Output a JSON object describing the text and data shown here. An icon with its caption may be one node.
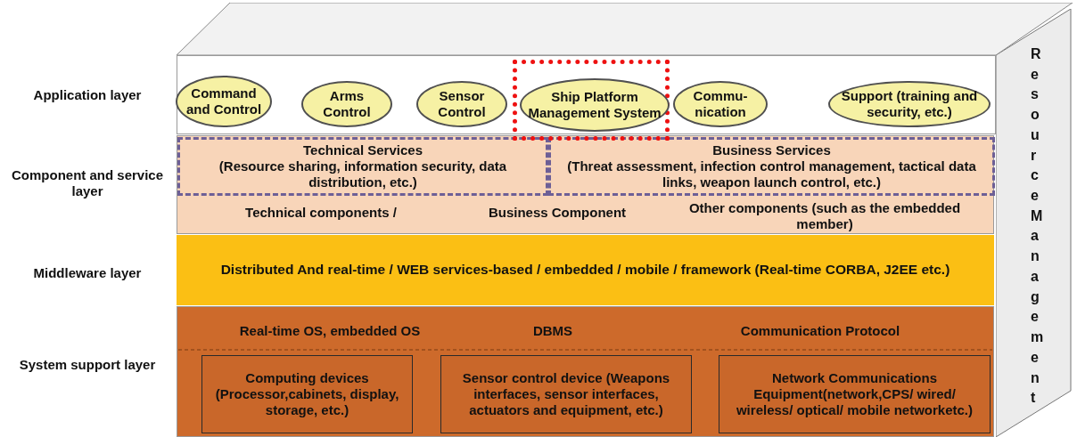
{
  "diagram": {
    "nodes": [
      {
        "text": [],
        "shape": "box"
      },
      {
        "text": [
          "Command and Control"
        ],
        "in": 0
      },
      {
        "text": [
          "Arms Control"
        ],
        "in": 0
      },
      {
        "text": [
          "Sensor Control"
        ],
        "in": 0
      },
      {
        "text": [],
        "shape": "box"
      },
      {
        "text": [
          "Ship Platform Management System"
        ],
        "in": 4
      },
      {
        "text": [
          "Commu- nication"
        ],
        "in": 0
      },
      {
        "text": [
          "Support (training and security, etc.)"
        ],
        "in": 0
      },
      {
        "text": [],
        "shape": "box"
      },
      {
        "text": [
          "Technical Services",
          "(Resource sharing, information security, data distribution, etc.)"
        ],
        "in": 8
      },
      {
        "text": [
          "Business Services",
          "(Threat assessment, infection control management, tactical data links, weapon launch control, etc.)"
        ],
        "in": 8
      },
      {
        "text": [
          "Distributed And real-time / WEB services-based / embedded / mobile / framework (Real-time CORBA, J2EE etc.)"
        ]
      },
      {
        "text": [],
        "shape": "box"
      },
      {
        "text": [
          "Computing devices (Processor,cabinets, display, storage, etc.)"
        ],
        "in": 12
      },
      {
        "text": [
          "Sensor control device (Weapons interfaces, sensor interfaces, actuators and equipment, etc.)"
        ],
        "in": 12
      },
      {
        "text": [
          "Network Communications Equipment(network,CPS/ wired/ wireless/ optical/ mobile networketc.)"
        ],
        "in": 12
      },
      {
        "text": [
          "Resource Management"
        ]
      },
      {
        "text": [],
        "shape": "box"
      }
    ],
    "labels": [
      "Application layer",
      "Component and service layer",
      "Technical components /",
      "Business Component",
      "Other components (such as the embedded member)",
      "Middleware layer",
      "System support layer",
      "Real-time OS, embedded OS",
      "DBMS",
      "Communication Protocol"
    ]
  }
}
